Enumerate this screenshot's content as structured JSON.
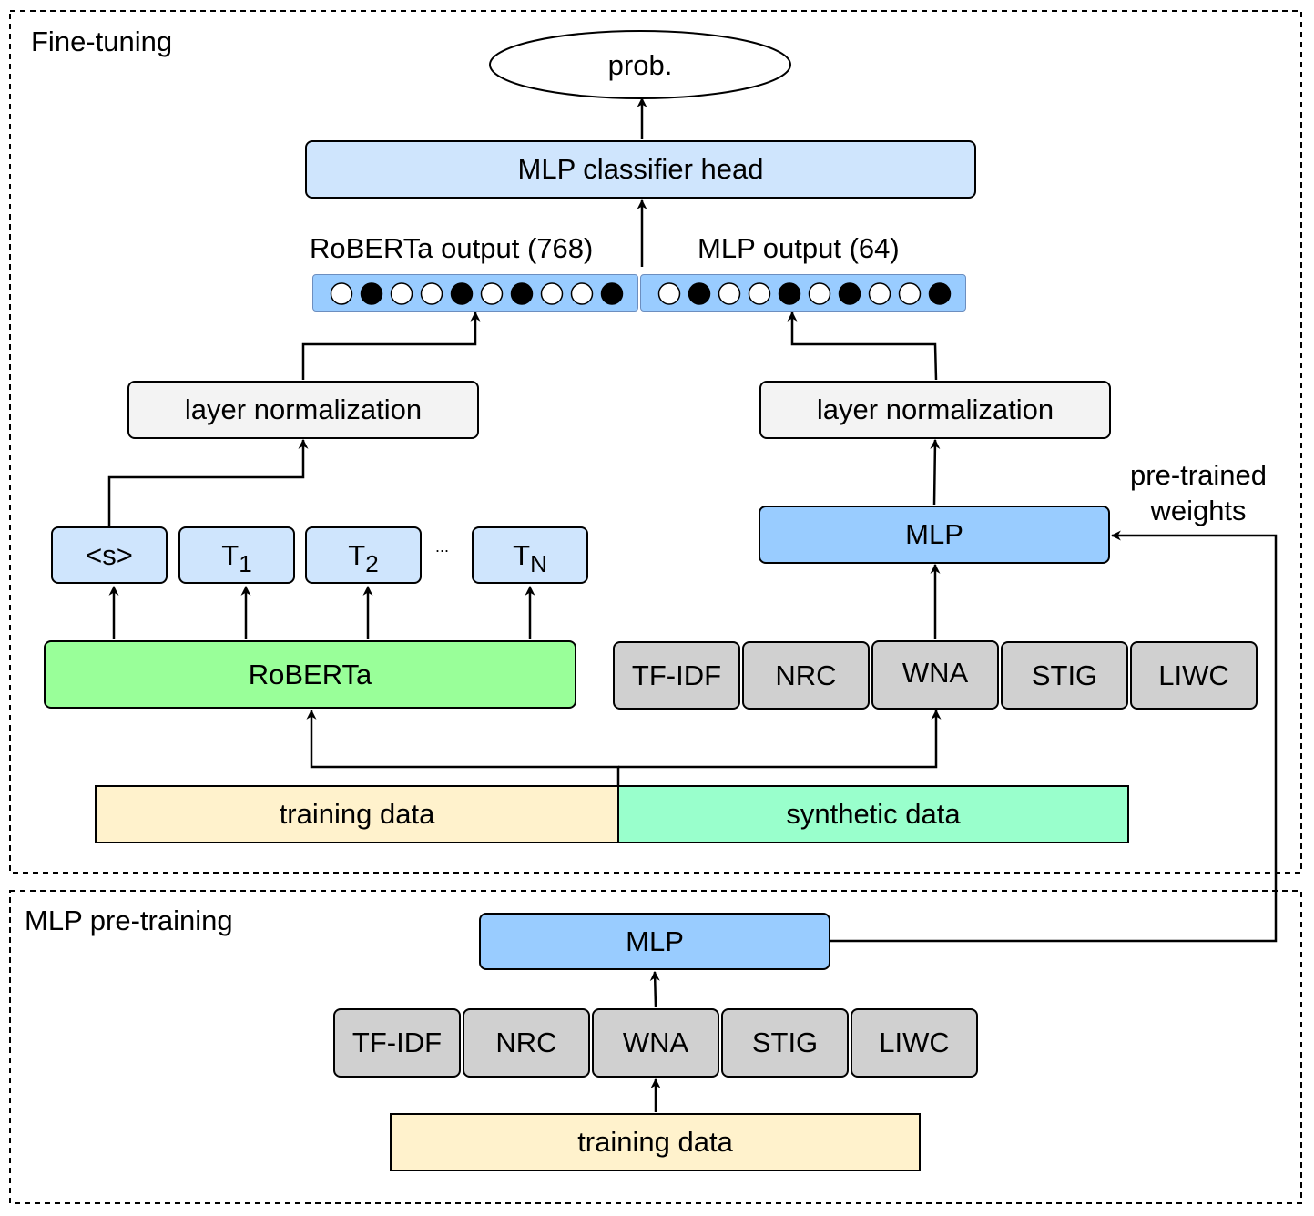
{
  "sections": {
    "finetune_title": "Fine-tuning",
    "pretrain_title": "MLP pre-training"
  },
  "finetune": {
    "output": "prob.",
    "classifier": "MLP classifier head",
    "roberta_out_label": "RoBERTa output (768)",
    "mlp_out_label": "MLP output (64)",
    "left_norm": "layer normalization",
    "right_norm": "layer normalization",
    "pretrained_weights": "pre-trained\nweights",
    "tokens": {
      "s": "<s>",
      "t1_main": "T",
      "t1_sub": "1",
      "t2_main": "T",
      "t2_sub": "2",
      "ellipsis": "...",
      "tn_main": "T",
      "tn_sub": "N"
    },
    "mlp": "MLP",
    "roberta": "RoBERTa",
    "features": [
      "TF-IDF",
      "NRC",
      "WNA",
      "STIG",
      "LIWC"
    ],
    "training_data": "training data",
    "synthetic_data": "synthetic data",
    "roberta_vector": [
      0,
      1,
      0,
      0,
      1,
      0,
      1,
      0,
      0,
      1
    ],
    "mlp_vector": [
      0,
      1,
      0,
      0,
      1,
      0,
      1,
      0,
      0,
      1
    ]
  },
  "pretrain": {
    "mlp": "MLP",
    "features": [
      "TF-IDF",
      "NRC",
      "WNA",
      "STIG",
      "LIWC"
    ],
    "training_data": "training data"
  }
}
